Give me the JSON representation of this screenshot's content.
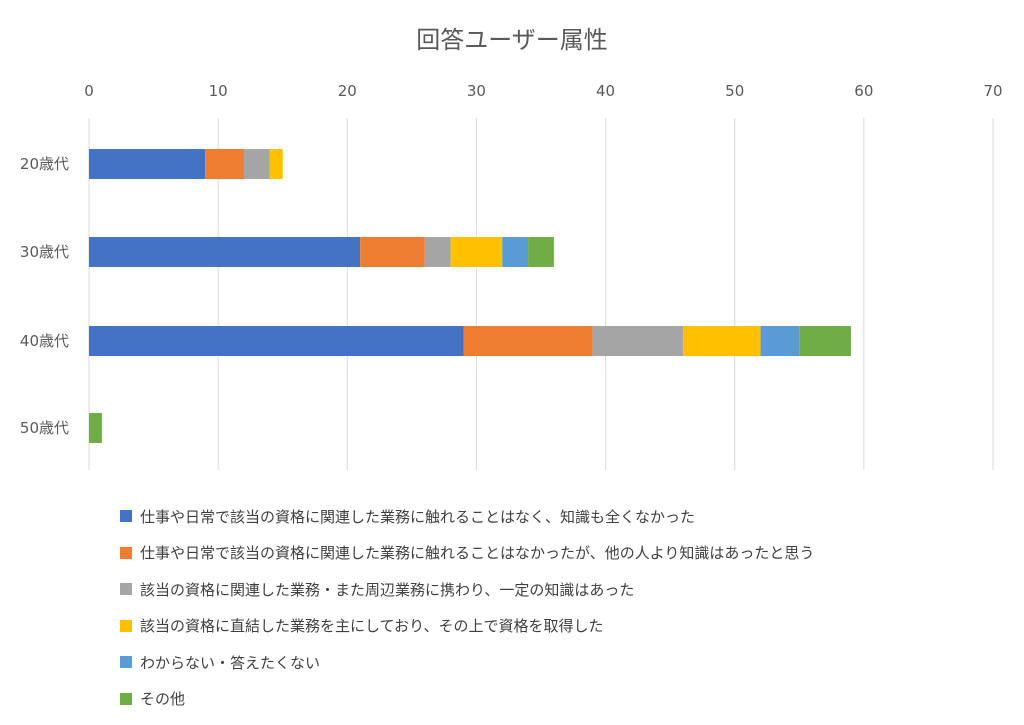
{
  "chart_data": {
    "type": "bar",
    "orientation": "horizontal",
    "stacked": true,
    "title": "回答ユーザー属性",
    "categories": [
      "20歳代",
      "30歳代",
      "40歳代",
      "50歳代"
    ],
    "xlim": [
      0,
      70
    ],
    "xticks": [
      0,
      10,
      20,
      30,
      40,
      50,
      60,
      70
    ],
    "grid": true,
    "legend_position": "bottom",
    "series": [
      {
        "name": "仕事や日常で該当の資格に関連した業務に触れることはなく、知識も全くなかった",
        "color": "#4472C4",
        "values": [
          9,
          21,
          29,
          0
        ]
      },
      {
        "name": "仕事や日常で該当の資格に関連した業務に触れることはなかったが、他の人より知識はあったと思う",
        "color": "#ED7D31",
        "values": [
          3,
          5,
          10,
          0
        ]
      },
      {
        "name": "該当の資格に関連した業務・また周辺業務に携わり、一定の知識はあった",
        "color": "#A5A5A5",
        "values": [
          2,
          2,
          7,
          0
        ]
      },
      {
        "name": "該当の資格に直結した業務を主にしており、その上で資格を取得した",
        "color": "#FFC000",
        "values": [
          1,
          4,
          6,
          0
        ]
      },
      {
        "name": "わからない・答えたくない",
        "color": "#5B9BD5",
        "values": [
          0,
          2,
          3,
          0
        ]
      },
      {
        "name": "その他",
        "color": "#70AD47",
        "values": [
          0,
          2,
          4,
          1
        ]
      }
    ]
  }
}
